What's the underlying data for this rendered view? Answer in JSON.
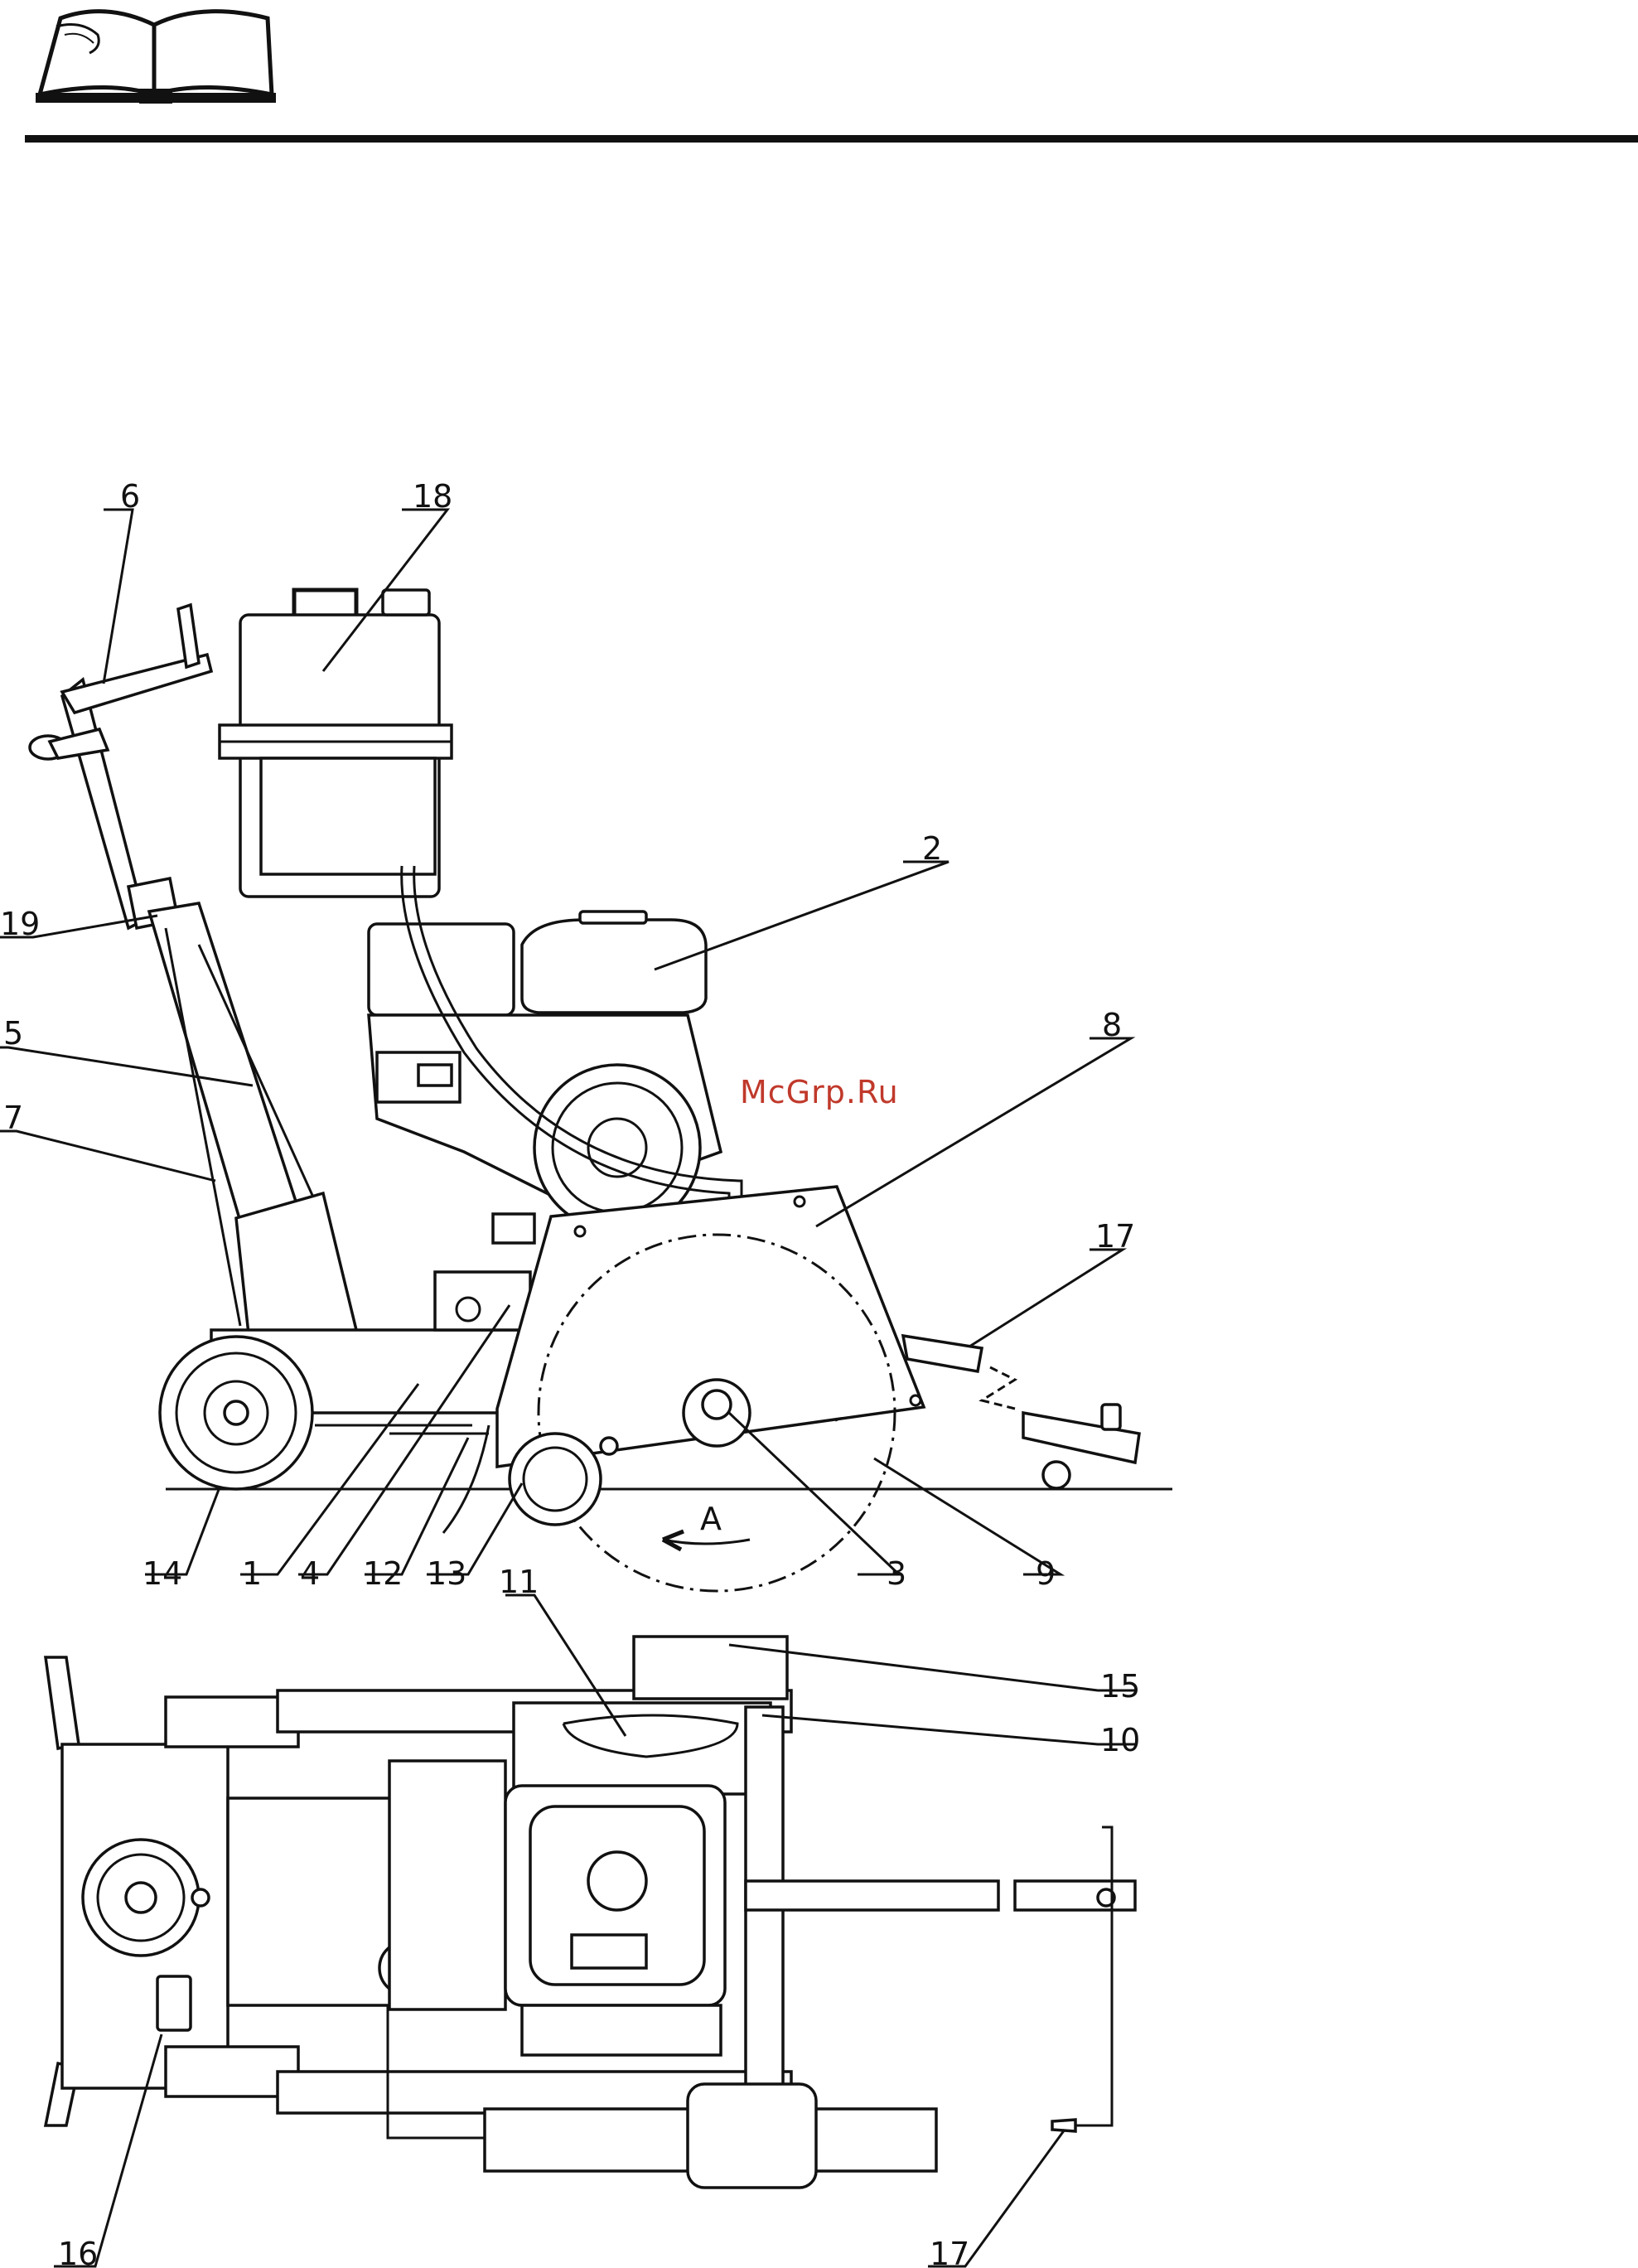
{
  "header": {
    "icon": "open-book-icon"
  },
  "watermark": "McGrp.Ru",
  "colors": {
    "ink": "#111111",
    "watermark": "#c0392b",
    "background": "#ffffff"
  },
  "side_view": {
    "callouts": {
      "c1": "1",
      "c2": "2",
      "c3": "3",
      "c4": "4",
      "c5": "5",
      "c6": "6",
      "c7": "7",
      "c8": "8",
      "c9": "9",
      "c12": "12",
      "c13": "13",
      "c14": "14",
      "c17": "17",
      "c18": "18",
      "c19": "19"
    },
    "direction_label": "A"
  },
  "top_view": {
    "callouts": {
      "c10": "10",
      "c11": "11",
      "c15": "15",
      "c16": "16",
      "c17": "17"
    }
  }
}
